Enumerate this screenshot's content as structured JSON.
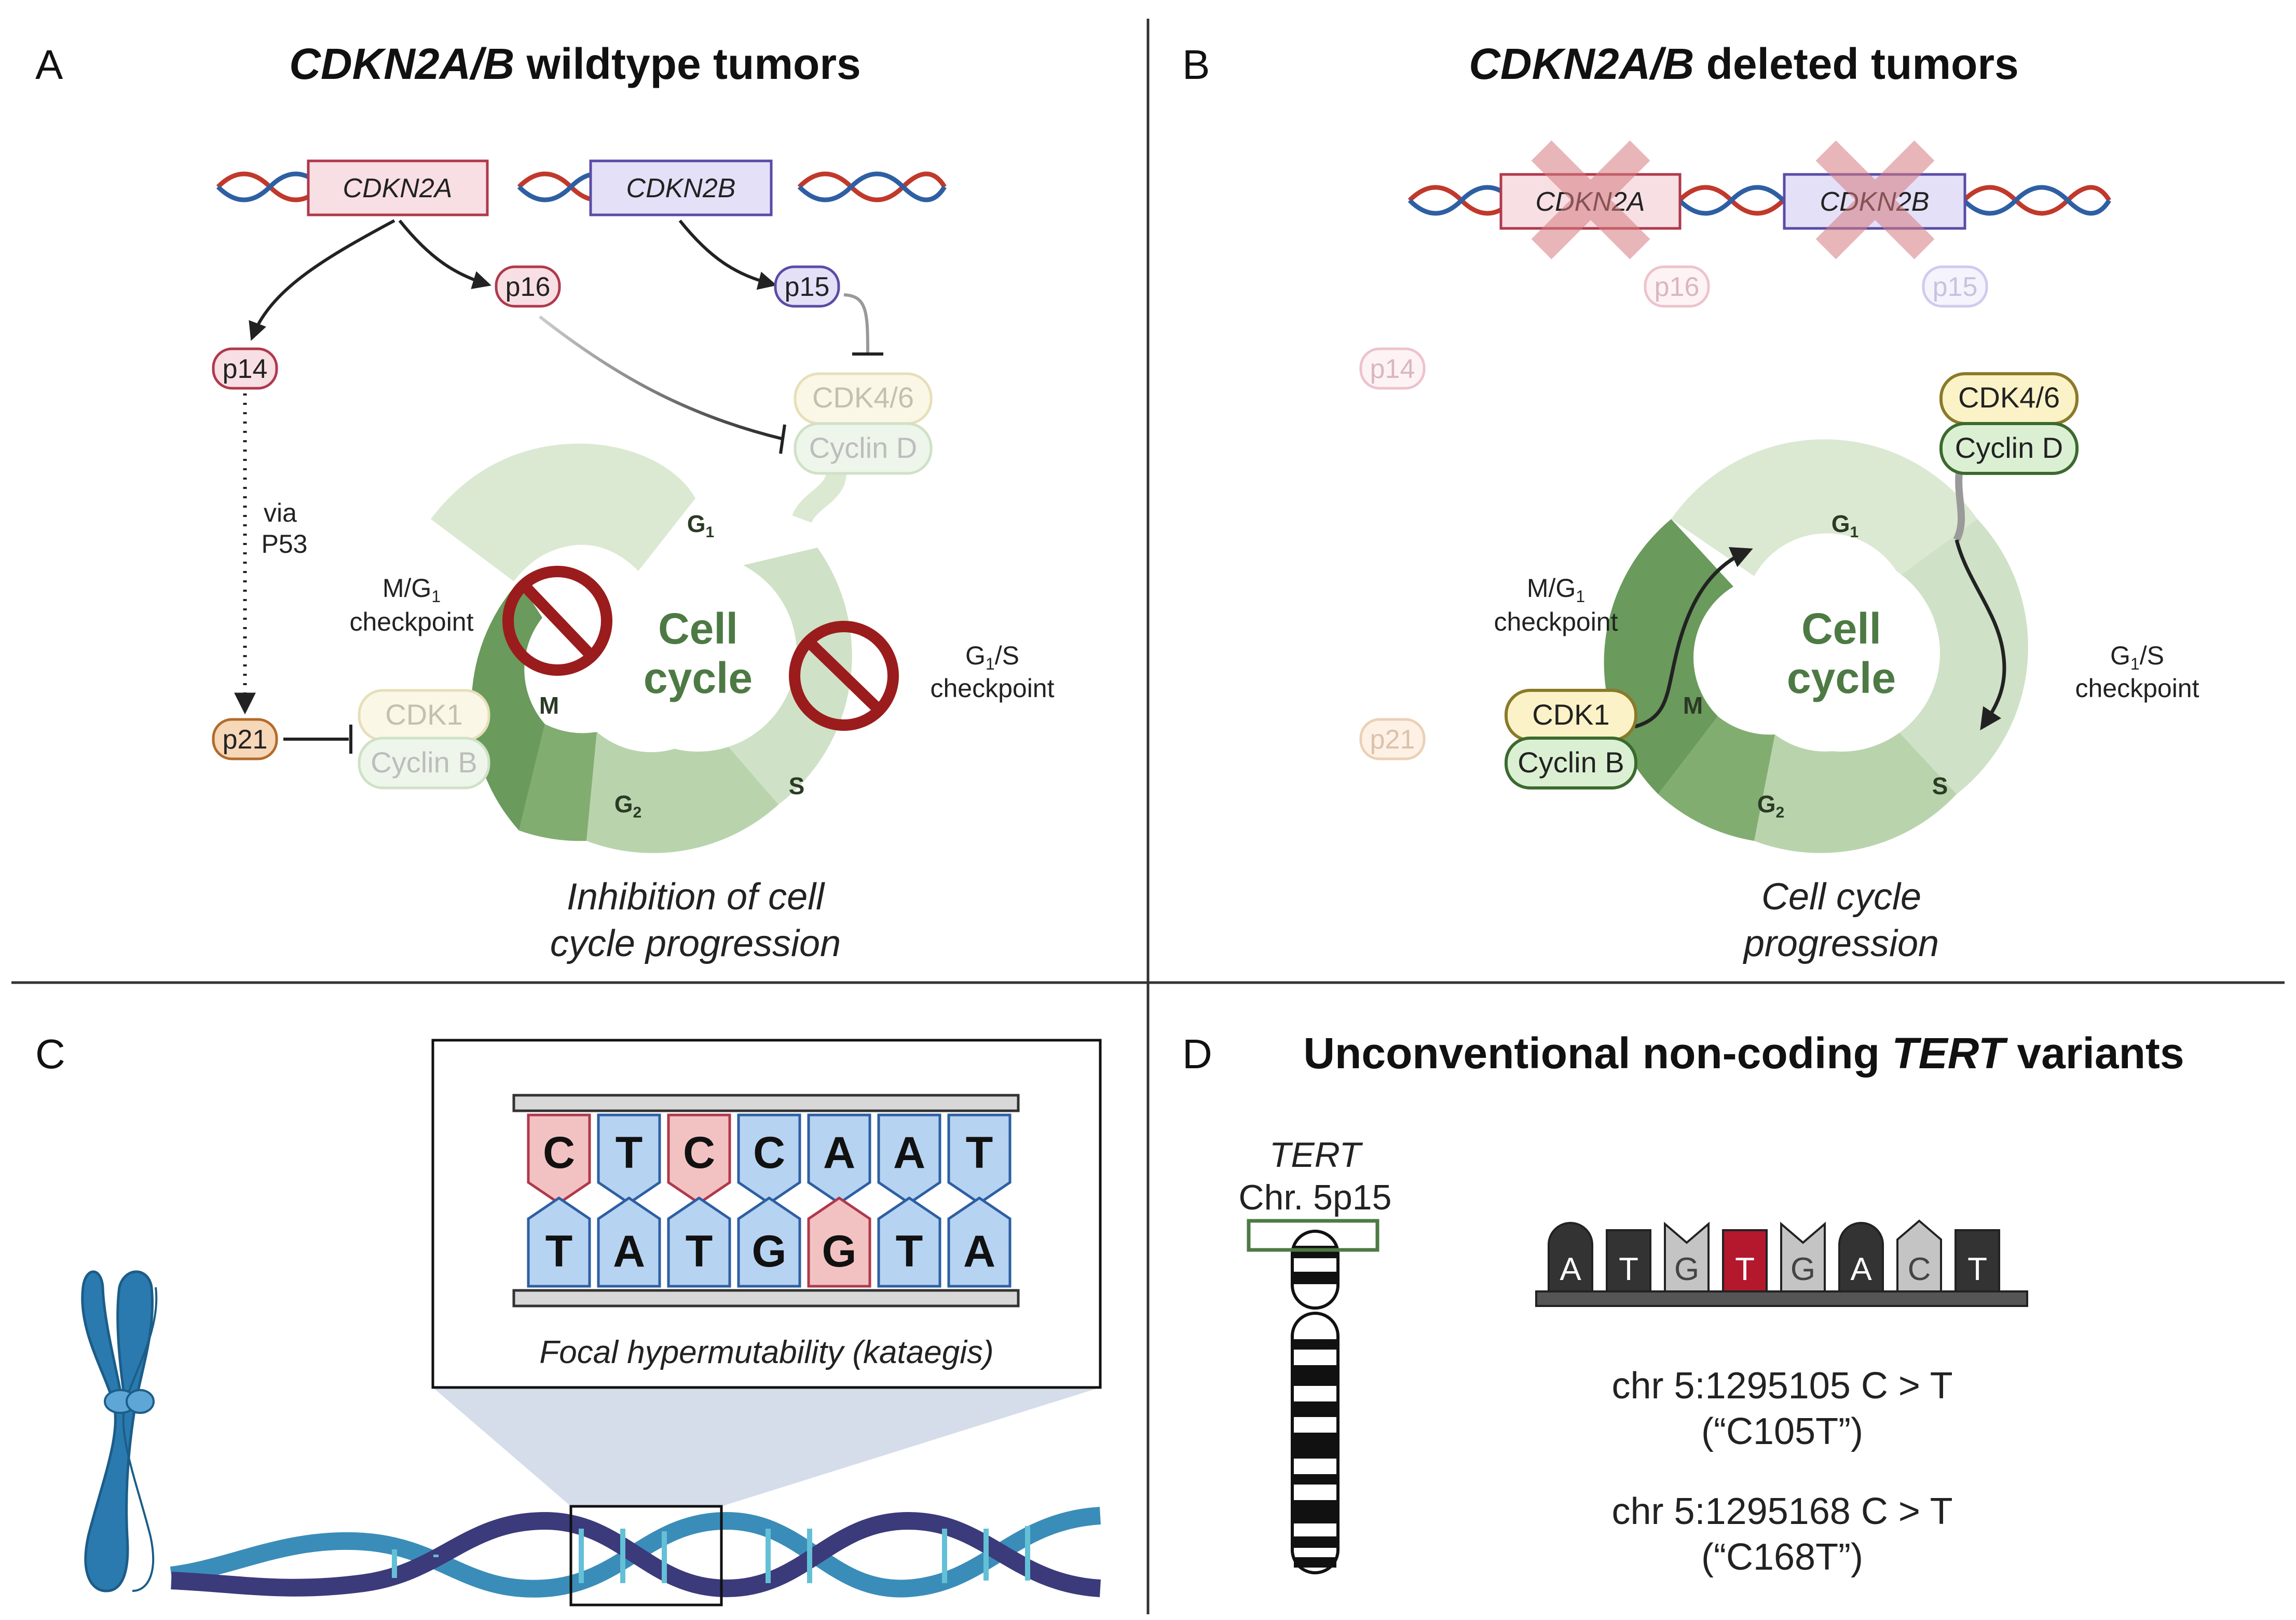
{
  "panels": {
    "a": {
      "letter": "A",
      "title_italic": "CDKN2A/B",
      "title_rest": " wildtype tumors",
      "gene_a": "CDKN2A",
      "gene_b": "CDKN2B",
      "p16": "p16",
      "p15": "p15",
      "p14": "p14",
      "p21": "p21",
      "cdk46": "CDK4/6",
      "cyclin_d": "Cyclin D",
      "cdk1": "CDK1",
      "cyclin_b": "Cyclin B",
      "via_1": "via",
      "via_2": "P53",
      "mg1_1": "M/G",
      "mg1_sub": "1",
      "mg1_2": "checkpoint",
      "g1s_1": "G",
      "g1s_sub": "1",
      "g1s_rest": "/S",
      "g1s_2": "checkpoint",
      "g1": "G",
      "g1_sub": "1",
      "s": "S",
      "g2": "G",
      "g2_sub": "2",
      "m": "M",
      "cell": "Cell",
      "cycle": "cycle",
      "caption_1": "Inhibition of cell",
      "caption_2": "cycle progression"
    },
    "b": {
      "letter": "B",
      "title_italic": "CDKN2A/B",
      "title_rest": " deleted tumors",
      "gene_a": "CDKN2A",
      "gene_b": "CDKN2B",
      "p16": "p16",
      "p15": "p15",
      "p14": "p14",
      "p21": "p21",
      "cdk46": "CDK4/6",
      "cyclin_d": "Cyclin D",
      "cdk1": "CDK1",
      "cyclin_b": "Cyclin B",
      "mg1_1": "M/G",
      "mg1_sub": "1",
      "mg1_2": "checkpoint",
      "g1s_1": "G",
      "g1s_sub": "1",
      "g1s_rest": "/S",
      "g1s_2": "checkpoint",
      "g1": "G",
      "g1_sub": "1",
      "s": "S",
      "g2": "G",
      "g2_sub": "2",
      "m": "M",
      "cell": "Cell",
      "cycle": "cycle",
      "caption_1": "Cell cycle",
      "caption_2": "progression"
    },
    "c": {
      "letter": "C",
      "top_strand": [
        "C",
        "T",
        "C",
        "C",
        "A",
        "A",
        "T"
      ],
      "bottom_strand": [
        "T",
        "A",
        "T",
        "G",
        "G",
        "T",
        "A"
      ],
      "caption": "Focal hypermutability (kataegis)"
    },
    "d": {
      "letter": "D",
      "title_pre": "Unconventional non-coding ",
      "title_italic": "TERT",
      "title_post": " variants",
      "gene": "TERT",
      "locus": "Chr. 5p15",
      "bases": [
        "A",
        "T",
        "G",
        "T",
        "G",
        "A",
        "C",
        "T"
      ],
      "variant_1_pos": "chr 5:1295105 C > T",
      "variant_1_name": "(“C105T”)",
      "variant_2_pos": "chr 5:1295168 C > T",
      "variant_2_name": "(“C168T”)"
    }
  },
  "colors": {
    "cdkn2a_fill": "#f8dfe3",
    "cdkn2a_stroke": "#b0394c",
    "cdkn2b_fill": "#e4e0f7",
    "cdkn2b_stroke": "#5a4ca6",
    "cycle_light": "#d9e8d0",
    "cycle_dark": "#6a9a5c",
    "stop_red": "#9b1c1c",
    "blue_base": "#b6d3f1",
    "pink_base": "#f2c2c2",
    "chromosome_blue": "#2a7ab0",
    "variant_red": "#b4182d"
  }
}
